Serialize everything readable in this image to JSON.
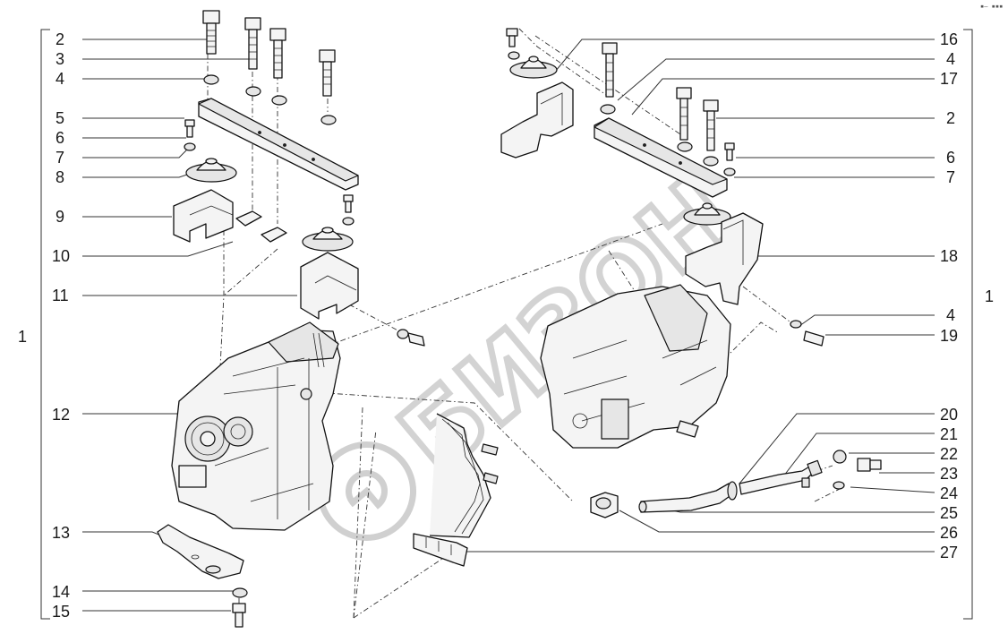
{
  "watermark": {
    "text": "БИЗОН"
  },
  "corner_mark": "▪— ▪▪▪",
  "group_label_left": "1",
  "group_label_right": "1",
  "left_labels": [
    {
      "id": "l2",
      "text": "2"
    },
    {
      "id": "l3",
      "text": "3"
    },
    {
      "id": "l4",
      "text": "4"
    },
    {
      "id": "l5",
      "text": "5"
    },
    {
      "id": "l6",
      "text": "6"
    },
    {
      "id": "l7",
      "text": "7"
    },
    {
      "id": "l8",
      "text": "8"
    },
    {
      "id": "l9",
      "text": "9"
    },
    {
      "id": "l10",
      "text": "10"
    },
    {
      "id": "l11",
      "text": "11"
    },
    {
      "id": "l12",
      "text": "12"
    },
    {
      "id": "l13",
      "text": "13"
    },
    {
      "id": "l14",
      "text": "14"
    },
    {
      "id": "l15",
      "text": "15"
    }
  ],
  "right_labels": [
    {
      "id": "r16",
      "text": "16"
    },
    {
      "id": "r4a",
      "text": "4"
    },
    {
      "id": "r17",
      "text": "17"
    },
    {
      "id": "r2",
      "text": "2"
    },
    {
      "id": "r6",
      "text": "6"
    },
    {
      "id": "r7",
      "text": "7"
    },
    {
      "id": "r18",
      "text": "18"
    },
    {
      "id": "r4b",
      "text": "4"
    },
    {
      "id": "r19",
      "text": "19"
    },
    {
      "id": "r20",
      "text": "20"
    },
    {
      "id": "r21",
      "text": "21"
    },
    {
      "id": "r22",
      "text": "22"
    },
    {
      "id": "r23",
      "text": "23"
    },
    {
      "id": "r24",
      "text": "24"
    },
    {
      "id": "r25",
      "text": "25"
    },
    {
      "id": "r26",
      "text": "26"
    },
    {
      "id": "r27",
      "text": "27"
    }
  ]
}
